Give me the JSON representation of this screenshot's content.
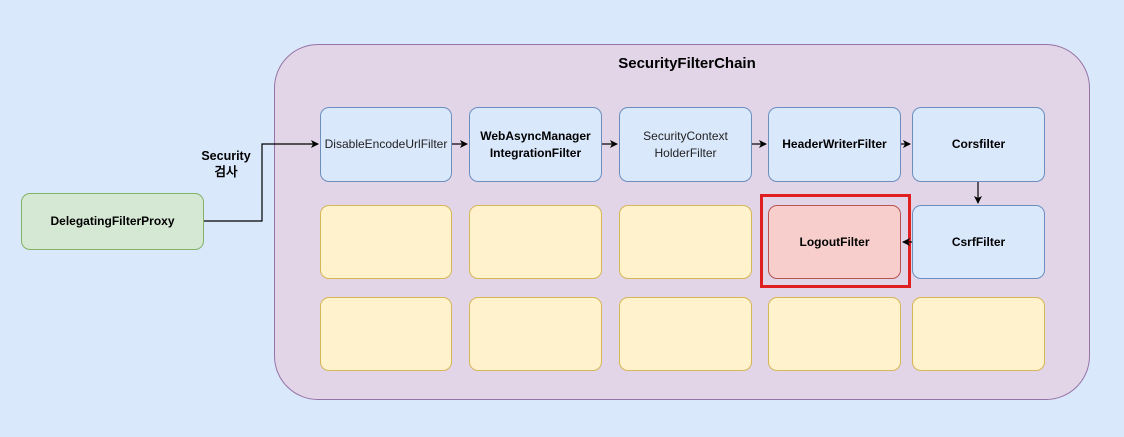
{
  "chain_title": "SecurityFilterChain",
  "proxy_label": "DelegatingFilterProxy",
  "side_label_line1": "Security",
  "side_label_line2": "검사",
  "filters": {
    "disable_encode_url": "DisableEncodeUrlFilter",
    "web_async_line1": "WebAsyncManager",
    "web_async_line2": "IntegrationFilter",
    "security_context_line1": "SecurityContext",
    "security_context_line2": "HolderFilter",
    "header_writer": "HeaderWriterFilter",
    "cors": "Corsfilter",
    "csrf": "CsrfFilter",
    "logout": "LogoutFilter"
  },
  "colors": {
    "background": "#dae8fc",
    "chain_fill": "#e1d5e7",
    "filter_fill": "#dae8fc",
    "placeholder_fill": "#fff2cc",
    "highlight_fill": "#f8cecc",
    "highlight_border": "#e02020",
    "proxy_fill": "#d5e8d4"
  }
}
